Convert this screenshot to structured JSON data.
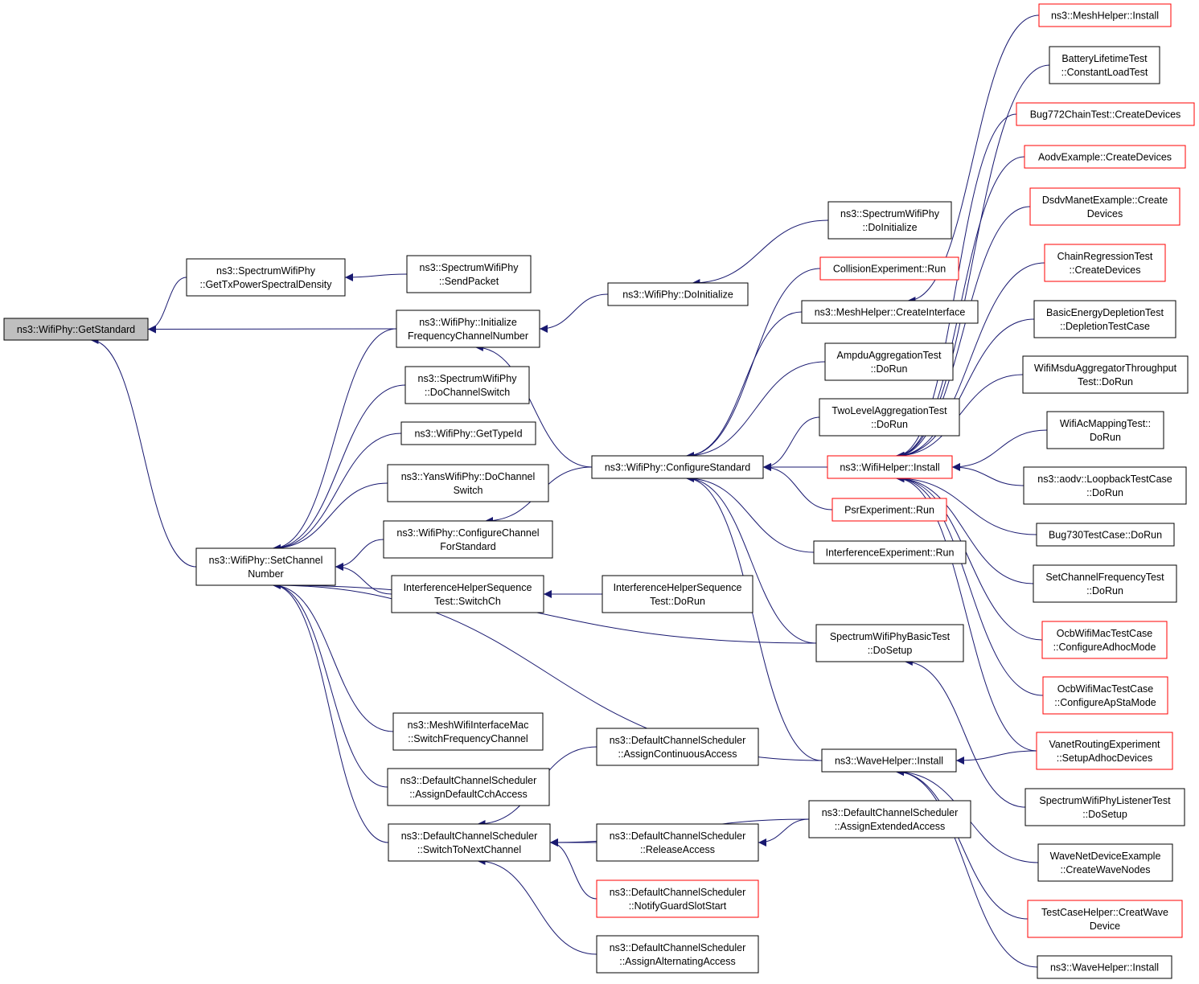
{
  "colors": {
    "edge": "#191970",
    "border": "#000000",
    "border_incomplete": "#ff0000",
    "root_fill": "#bfbfbf",
    "background": "#ffffff"
  },
  "nodes": {
    "getStandard": {
      "lines": [
        "ns3::WifiPhy::GetStandard"
      ],
      "root": true
    },
    "getTxPSD": {
      "lines": [
        "ns3::SpectrumWifiPhy",
        "::GetTxPowerSpectralDensity"
      ]
    },
    "sendPacket": {
      "lines": [
        "ns3::SpectrumWifiPhy",
        "::SendPacket"
      ]
    },
    "initFreq": {
      "lines": [
        "ns3::WifiPhy::Initialize",
        "FrequencyChannelNumber"
      ]
    },
    "wifiDoInit": {
      "lines": [
        "ns3::WifiPhy::DoInitialize"
      ]
    },
    "specDoInit": {
      "lines": [
        "ns3::SpectrumWifiPhy",
        "::DoInitialize"
      ]
    },
    "specDoChSw": {
      "lines": [
        "ns3::SpectrumWifiPhy",
        "::DoChannelSwitch"
      ]
    },
    "getTypeId": {
      "lines": [
        "ns3::WifiPhy::GetTypeId"
      ]
    },
    "yansDoChSw": {
      "lines": [
        "ns3::YansWifiPhy::DoChannel",
        "Switch"
      ]
    },
    "cfgChanStd": {
      "lines": [
        "ns3::WifiPhy::ConfigureChannel",
        "ForStandard"
      ]
    },
    "setChannel": {
      "lines": [
        "ns3::WifiPhy::SetChannel",
        "Number"
      ]
    },
    "ihsSwitchCh": {
      "lines": [
        "InterferenceHelperSequence",
        "Test::SwitchCh"
      ]
    },
    "ihsDoRun": {
      "lines": [
        "InterferenceHelperSequence",
        "Test::DoRun"
      ]
    },
    "cfgStandard": {
      "lines": [
        "ns3::WifiPhy::ConfigureStandard"
      ]
    },
    "collisionRun": {
      "lines": [
        "CollisionExperiment::Run"
      ],
      "red": true
    },
    "meshCreateIf": {
      "lines": [
        "ns3::MeshHelper::CreateInterface"
      ]
    },
    "ampduDoRun": {
      "lines": [
        "AmpduAggregationTest",
        "::DoRun"
      ]
    },
    "twoLevelDoRun": {
      "lines": [
        "TwoLevelAggregationTest",
        "::DoRun"
      ]
    },
    "wifiHelperInstall": {
      "lines": [
        "ns3::WifiHelper::Install"
      ],
      "red": true
    },
    "psrRun": {
      "lines": [
        "PsrExperiment::Run"
      ],
      "red": true
    },
    "interfRun": {
      "lines": [
        "InterferenceExperiment::Run"
      ]
    },
    "specBasicSetup": {
      "lines": [
        "SpectrumWifiPhyBasicTest",
        "::DoSetup"
      ]
    },
    "meshSwitchFreq": {
      "lines": [
        "ns3::MeshWifiInterfaceMac",
        "::SwitchFrequencyChannel"
      ]
    },
    "dcsAssignCont": {
      "lines": [
        "ns3::DefaultChannelScheduler",
        "::AssignContinuousAccess"
      ]
    },
    "dcsAssignDefault": {
      "lines": [
        "ns3::DefaultChannelScheduler",
        "::AssignDefaultCchAccess"
      ]
    },
    "waveHelperInstall": {
      "lines": [
        "ns3::WaveHelper::Install"
      ]
    },
    "dcsSwitchNext": {
      "lines": [
        "ns3::DefaultChannelScheduler",
        "::SwitchToNextChannel"
      ]
    },
    "dcsRelease": {
      "lines": [
        "ns3::DefaultChannelScheduler",
        "::ReleaseAccess"
      ]
    },
    "dcsAssignExt": {
      "lines": [
        "ns3::DefaultChannelScheduler",
        "::AssignExtendedAccess"
      ]
    },
    "dcsNotifyGuard": {
      "lines": [
        "ns3::DefaultChannelScheduler",
        "::NotifyGuardSlotStart"
      ],
      "red": true
    },
    "dcsAssignAlt": {
      "lines": [
        "ns3::DefaultChannelScheduler",
        "::AssignAlternatingAccess"
      ]
    },
    "meshHelperInstall": {
      "lines": [
        "ns3::MeshHelper::Install"
      ],
      "red": true
    },
    "batteryConst": {
      "lines": [
        "BatteryLifetimeTest",
        "::ConstantLoadTest"
      ]
    },
    "bug772": {
      "lines": [
        "Bug772ChainTest::CreateDevices"
      ],
      "red": true
    },
    "aodvExample": {
      "lines": [
        "AodvExample::CreateDevices"
      ],
      "red": true
    },
    "dsdvManet": {
      "lines": [
        "DsdvManetExample::Create",
        "Devices"
      ],
      "red": true
    },
    "chainRegression": {
      "lines": [
        "ChainRegressionTest",
        "::CreateDevices"
      ],
      "red": true
    },
    "basicEnergy": {
      "lines": [
        "BasicEnergyDepletionTest",
        "::DepletionTestCase"
      ]
    },
    "wifiMsdu": {
      "lines": [
        "WifiMsduAggregatorThroughput",
        "Test::DoRun"
      ]
    },
    "wifiAcMapping": {
      "lines": [
        "WifiAcMappingTest::",
        "DoRun"
      ]
    },
    "aodvLoopback": {
      "lines": [
        "ns3::aodv::LoopbackTestCase",
        "::DoRun"
      ]
    },
    "bug730": {
      "lines": [
        "Bug730TestCase::DoRun"
      ]
    },
    "setChanFreq": {
      "lines": [
        "SetChannelFrequencyTest",
        "::DoRun"
      ]
    },
    "ocbAdhoc": {
      "lines": [
        "OcbWifiMacTestCase",
        "::ConfigureAdhocMode"
      ],
      "red": true
    },
    "ocbApSta": {
      "lines": [
        "OcbWifiMacTestCase",
        "::ConfigureApStaMode"
      ],
      "red": true
    },
    "vanetRouting": {
      "lines": [
        "VanetRoutingExperiment",
        "::SetupAdhocDevices"
      ],
      "red": true
    },
    "specListener": {
      "lines": [
        "SpectrumWifiPhyListenerTest",
        "::DoSetup"
      ]
    },
    "waveNetDev": {
      "lines": [
        "WaveNetDeviceExample",
        "::CreateWaveNodes"
      ]
    },
    "testCaseHelper": {
      "lines": [
        "TestCaseHelper::CreatWave",
        "Device"
      ],
      "red": true
    },
    "waveHelperInstall2": {
      "lines": [
        "ns3::WaveHelper::Install"
      ]
    }
  },
  "edges": [
    [
      "getTxPSD",
      "getStandard"
    ],
    [
      "initFreq",
      "getStandard"
    ],
    [
      "setChannel",
      "getStandard"
    ],
    [
      "sendPacket",
      "getTxPSD"
    ],
    [
      "wifiDoInit",
      "initFreq"
    ],
    [
      "cfgStandard",
      "initFreq"
    ],
    [
      "specDoInit",
      "wifiDoInit"
    ],
    [
      "initFreq",
      "setChannel"
    ],
    [
      "specDoChSw",
      "setChannel"
    ],
    [
      "getTypeId",
      "setChannel"
    ],
    [
      "yansDoChSw",
      "setChannel"
    ],
    [
      "cfgChanStd",
      "setChannel"
    ],
    [
      "ihsSwitchCh",
      "setChannel"
    ],
    [
      "specBasicSetup",
      "setChannel"
    ],
    [
      "waveHelperInstall",
      "setChannel"
    ],
    [
      "meshSwitchFreq",
      "setChannel"
    ],
    [
      "dcsAssignDefault",
      "setChannel"
    ],
    [
      "dcsSwitchNext",
      "setChannel"
    ],
    [
      "cfgStandard",
      "cfgChanStd"
    ],
    [
      "ihsDoRun",
      "ihsSwitchCh"
    ],
    [
      "collisionRun",
      "cfgStandard"
    ],
    [
      "meshCreateIf",
      "cfgStandard"
    ],
    [
      "ampduDoRun",
      "cfgStandard"
    ],
    [
      "twoLevelDoRun",
      "cfgStandard"
    ],
    [
      "wifiHelperInstall",
      "cfgStandard"
    ],
    [
      "psrRun",
      "cfgStandard"
    ],
    [
      "interfRun",
      "cfgStandard"
    ],
    [
      "specBasicSetup",
      "cfgStandard"
    ],
    [
      "waveHelperInstall",
      "cfgStandard"
    ],
    [
      "meshHelperInstall",
      "meshCreateIf"
    ],
    [
      "batteryConst",
      "wifiHelperInstall"
    ],
    [
      "bug772",
      "wifiHelperInstall"
    ],
    [
      "aodvExample",
      "wifiHelperInstall"
    ],
    [
      "dsdvManet",
      "wifiHelperInstall"
    ],
    [
      "chainRegression",
      "wifiHelperInstall"
    ],
    [
      "basicEnergy",
      "wifiHelperInstall"
    ],
    [
      "wifiMsdu",
      "wifiHelperInstall"
    ],
    [
      "wifiAcMapping",
      "wifiHelperInstall"
    ],
    [
      "aodvLoopback",
      "wifiHelperInstall"
    ],
    [
      "bug730",
      "wifiHelperInstall"
    ],
    [
      "setChanFreq",
      "wifiHelperInstall"
    ],
    [
      "ocbAdhoc",
      "wifiHelperInstall"
    ],
    [
      "ocbApSta",
      "wifiHelperInstall"
    ],
    [
      "vanetRouting",
      "wifiHelperInstall"
    ],
    [
      "specListener",
      "specBasicSetup"
    ],
    [
      "vanetRouting",
      "waveHelperInstall"
    ],
    [
      "waveNetDev",
      "waveHelperInstall"
    ],
    [
      "testCaseHelper",
      "waveHelperInstall"
    ],
    [
      "waveHelperInstall2",
      "waveHelperInstall"
    ],
    [
      "dcsAssignCont",
      "dcsSwitchNext"
    ],
    [
      "dcsAssignExt",
      "dcsSwitchNext"
    ],
    [
      "dcsRelease",
      "dcsSwitchNext"
    ],
    [
      "dcsNotifyGuard",
      "dcsSwitchNext"
    ],
    [
      "dcsAssignAlt",
      "dcsSwitchNext"
    ],
    [
      "dcsAssignExt",
      "dcsRelease"
    ]
  ]
}
